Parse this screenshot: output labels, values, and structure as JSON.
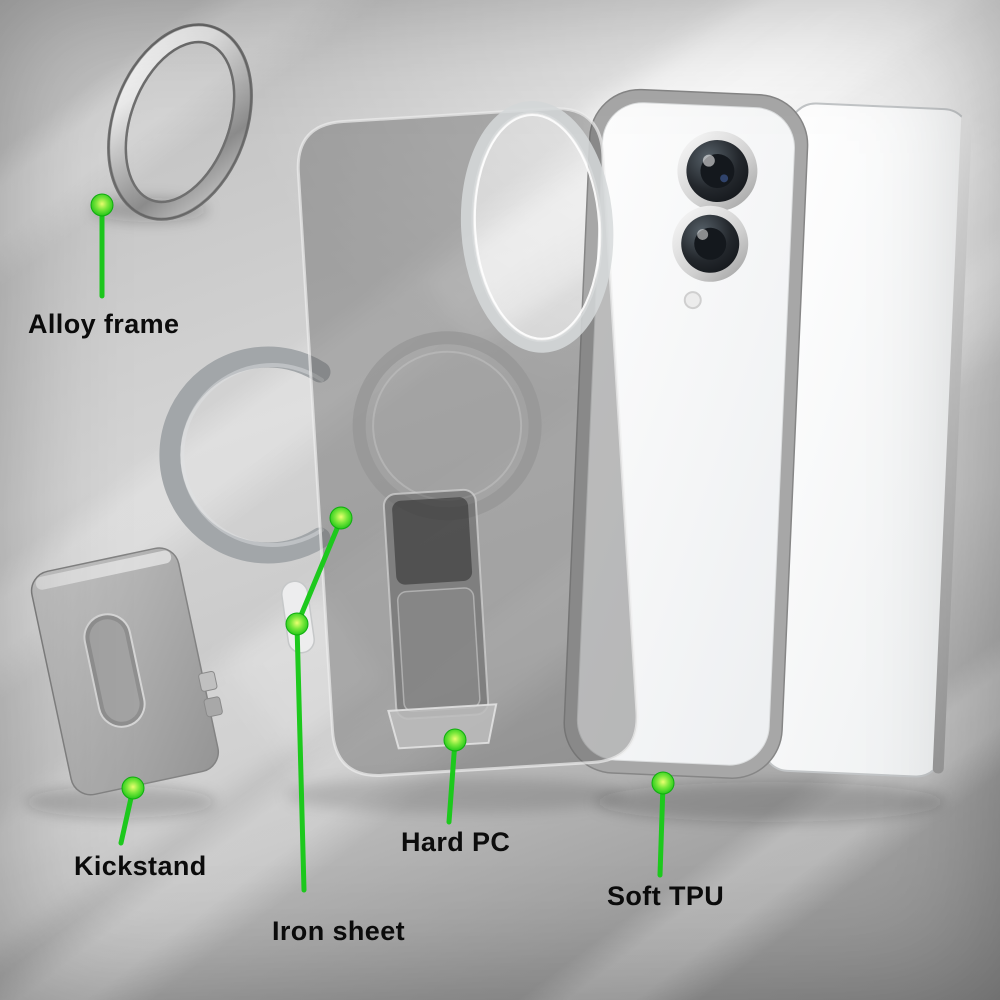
{
  "image_type": "annotated-product-exploded-view",
  "product": "Phone case with magnetic ring and kickstand",
  "labels": {
    "alloy_frame": "Alloy frame",
    "kickstand": "Kickstand",
    "iron_sheet": "Iron sheet",
    "hard_pc": "Hard PC",
    "soft_tpu": "Soft TPU"
  },
  "colors": {
    "callout_green": "#1dc91d",
    "callout_dot_center": "#eaff70",
    "label_text": "#0c0c0c",
    "background_gray": "#c7c7c7",
    "case_smoke_tint": "rgba(92,92,92,0.40)",
    "tpu_bumper_gray": "#a7a7a7",
    "magnet_ring_gray": "#a2a6a9"
  }
}
